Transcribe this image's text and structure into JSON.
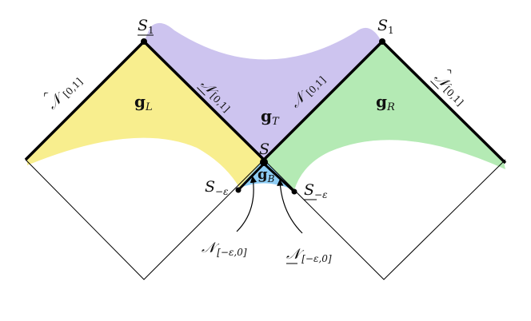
{
  "colors": {
    "left_region": "#f8ee8e",
    "right_region": "#b4eab4",
    "top_region": "#cdc4ef",
    "bottom_region": "#8ecdf5",
    "line": "#000000"
  },
  "labels": {
    "g_L": {
      "main": "g",
      "sub": "L"
    },
    "g_R": {
      "main": "g",
      "sub": "R"
    },
    "g_T": {
      "main": "g",
      "sub": "T"
    },
    "g_B": {
      "main": "g",
      "sub": "B"
    },
    "S": "S",
    "S1_left": {
      "main": "S",
      "sub": "1"
    },
    "S1_right": {
      "main": "S",
      "sub": "1"
    },
    "S_minus_eps_left": {
      "main": "S",
      "sub": "−ε"
    },
    "S_minus_eps_right": {
      "main": "S",
      "sub": "−ε"
    },
    "N_hat_left": {
      "main": "𝒩",
      "sub": "[0,1]",
      "accent": "^"
    },
    "N_underline_hat_right": {
      "main": "𝒩",
      "sub": "[0,1]",
      "accent": "^"
    },
    "N_underline_mid": {
      "main": "𝒩",
      "sub": "[0,1]"
    },
    "N_mid_right": {
      "main": "𝒩",
      "sub": "[0,1]"
    },
    "N_bottom_left": {
      "main": "𝒩",
      "sub": "[−ε,0]"
    },
    "N_bottom_right": {
      "main": "𝒩",
      "sub": "[−ε,0]"
    }
  }
}
